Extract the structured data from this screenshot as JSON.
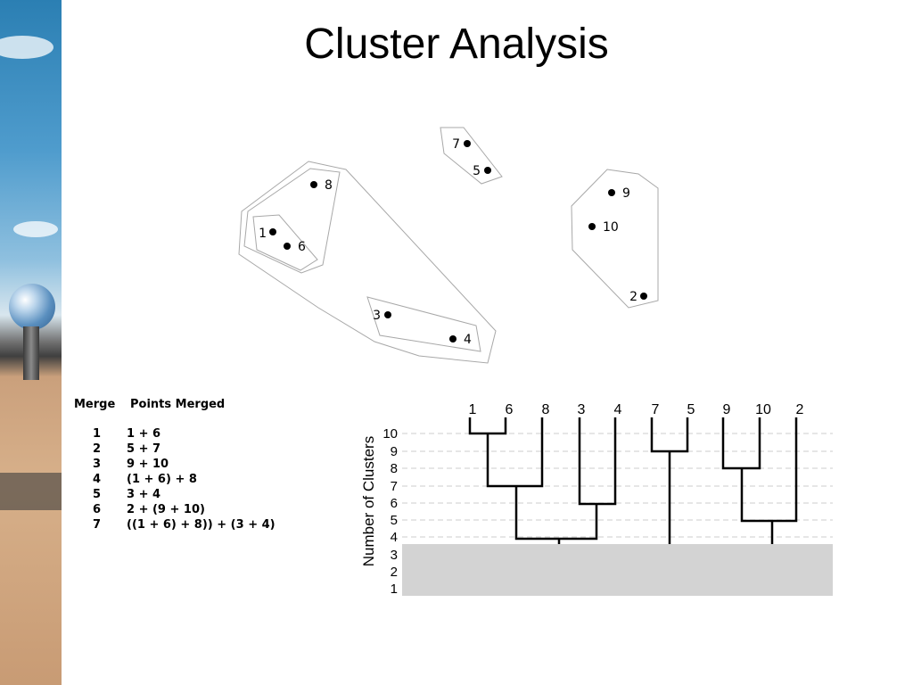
{
  "title": "Cluster Analysis",
  "scatter": {
    "points": [
      {
        "id": "7",
        "label": "7"
      },
      {
        "id": "5",
        "label": "5"
      },
      {
        "id": "8",
        "label": "8"
      },
      {
        "id": "9",
        "label": "9"
      },
      {
        "id": "10",
        "label": "10"
      },
      {
        "id": "1",
        "label": "1"
      },
      {
        "id": "6",
        "label": "6"
      },
      {
        "id": "2",
        "label": "2"
      },
      {
        "id": "3",
        "label": "3"
      },
      {
        "id": "4",
        "label": "4"
      }
    ]
  },
  "merge_table": {
    "header_merge": "Merge",
    "header_points": "Points Merged",
    "rows": [
      {
        "merge": "1",
        "points": "1 + 6"
      },
      {
        "merge": "2",
        "points": "5 + 7"
      },
      {
        "merge": "3",
        "points": "9 + 10"
      },
      {
        "merge": "4",
        "points": "(1 + 6) + 8"
      },
      {
        "merge": "5",
        "points": "3 + 4"
      },
      {
        "merge": "6",
        "points": "2 + (9 + 10)"
      },
      {
        "merge": "7",
        "points": "((1 + 6) + 8)) + (3 + 4)"
      }
    ]
  },
  "dendrogram": {
    "ylabel": "Number of Clusters",
    "leaves": [
      "1",
      "6",
      "8",
      "3",
      "4",
      "7",
      "5",
      "9",
      "10",
      "2"
    ],
    "yticks": [
      "10",
      "9",
      "8",
      "7",
      "6",
      "5",
      "4",
      "3",
      "2",
      "1"
    ],
    "cut_level": 3,
    "merges": [
      {
        "a": "1",
        "b": "6",
        "level": 10
      },
      {
        "a": "(1,6)",
        "b": "8",
        "level": 7
      },
      {
        "a": "3",
        "b": "4",
        "level": 6
      },
      {
        "a": "((1,6),8)",
        "b": "(3,4)",
        "level": 4
      },
      {
        "a": "7",
        "b": "5",
        "level": 9
      },
      {
        "a": "9",
        "b": "10",
        "level": 8
      },
      {
        "a": "(9,10)",
        "b": "2",
        "level": 5
      }
    ],
    "shade_color": "#d3d3d3"
  }
}
